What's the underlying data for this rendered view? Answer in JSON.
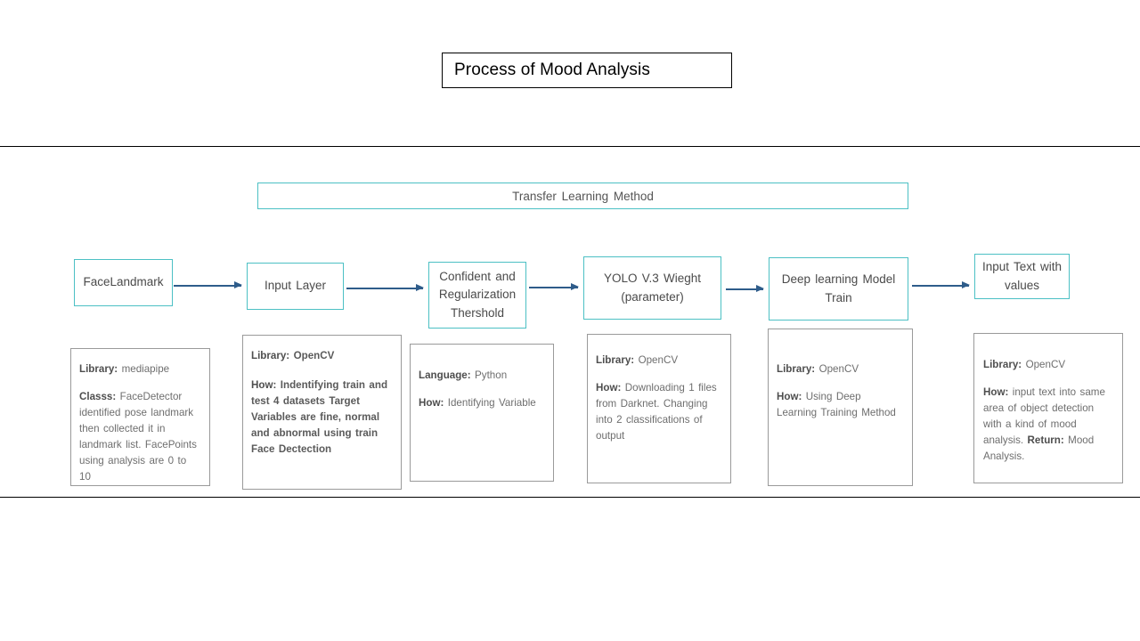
{
  "title": {
    "text": "Process of Mood Analysis"
  },
  "banner": {
    "text": "Transfer  Learning  Method"
  },
  "colors": {
    "node_border": "#4cc0c4",
    "arrow": "#2e5c8a",
    "card_border": "#9a9a9a",
    "title_border": "#000000",
    "body_text": "#6e6e6e"
  },
  "pipeline": {
    "nodes": [
      {
        "id": "facelandmark",
        "label": "FaceLandmark"
      },
      {
        "id": "input-layer",
        "label": "Input  Layer"
      },
      {
        "id": "confident-threshold",
        "label": "Confident  and Regularization Thershold"
      },
      {
        "id": "yolo-weight",
        "label": "YOLO V.3 Wieght (parameter)"
      },
      {
        "id": "deep-learning-model-train",
        "label": "Deep learning  Model Train"
      },
      {
        "id": "input-text-with-values",
        "label": "Input  Text with values"
      }
    ],
    "arrows": [
      {
        "from": "facelandmark",
        "to": "input-layer"
      },
      {
        "from": "input-layer",
        "to": "confident-threshold"
      },
      {
        "from": "confident-threshold",
        "to": "yolo-weight"
      },
      {
        "from": "yolo-weight",
        "to": "deep-learning-model-train"
      },
      {
        "from": "deep-learning-model-train",
        "to": "input-text-with-values"
      }
    ]
  },
  "cards": [
    {
      "id": "card-facelandmark",
      "lines": [
        {
          "label": "Library:",
          "value": "mediapipe"
        },
        {
          "label": "Classs:",
          "value": "FaceDetector identified  pose landmark  then collected  it in landmark list. FacePoints  using analysis  are  0 to 10"
        }
      ]
    },
    {
      "id": "card-input-layer",
      "lines": [
        {
          "label": "Library:",
          "value": "OpenCV"
        },
        {
          "label": "How:",
          "value": "Indentifying  train and  test 4 datasets Target  Variables  are fine, normal  and  abnormal using  train Face Dectection"
        }
      ]
    },
    {
      "id": "card-confident-threshold",
      "lines": [
        {
          "label": "Language:",
          "value": "Python"
        },
        {
          "label": "How:",
          "value": "Identifying Variable"
        }
      ]
    },
    {
      "id": "card-yolo-weight",
      "lines": [
        {
          "label": "Library:",
          "value": "OpenCV"
        },
        {
          "label": "How:",
          "value": "Downloading   1 files from  Darknet. Changing  into 2 classifications  of output"
        }
      ]
    },
    {
      "id": "card-deep-learning-model-train",
      "lines": [
        {
          "label": "Library:",
          "value": "OpenCV"
        },
        {
          "label": "How:",
          "value": "Using  Deep Learning  Training Method"
        }
      ]
    },
    {
      "id": "card-input-text-with-values",
      "lines": [
        {
          "label": "Library:",
          "value": "OpenCV"
        },
        {
          "label": "How:",
          "value": "input  text into same  area  of object detection  with a kind of mood  analysis."
        },
        {
          "label": "Return:",
          "value": "Mood  Analysis."
        }
      ]
    }
  ]
}
